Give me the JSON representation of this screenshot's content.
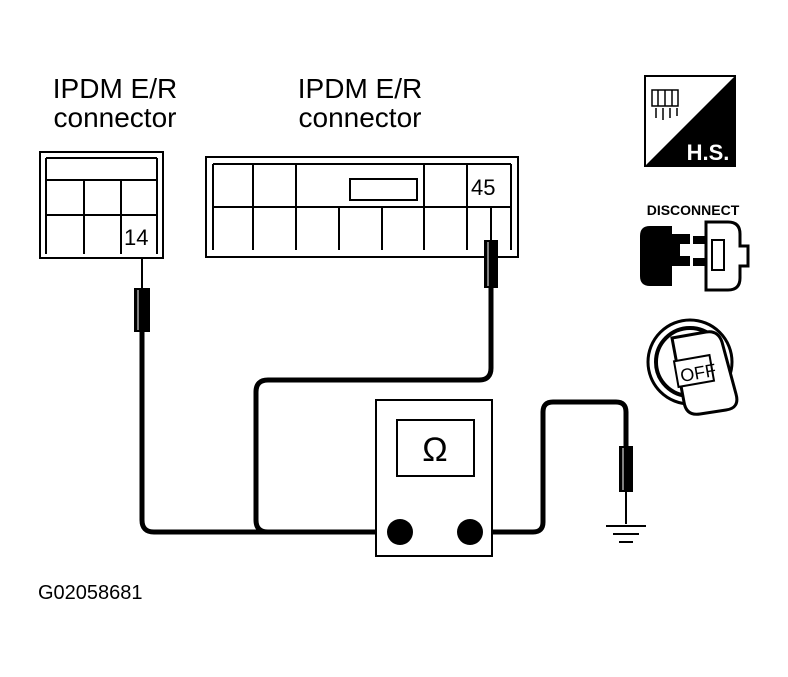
{
  "labels": {
    "connector_left": "IPDM E/R\nconnector",
    "connector_right": "IPDM E/R\nconnector",
    "pin_left": "14",
    "pin_right": "45",
    "meter_symbol": "Ω",
    "figure_id": "G02058681"
  },
  "icons": {
    "hs": {
      "name": "harness-side-icon",
      "text": "H.S."
    },
    "disconnect": {
      "name": "disconnect-icon",
      "text": "DISCONNECT"
    },
    "ignition": {
      "name": "ignition-off-icon",
      "text": "OFF"
    }
  }
}
